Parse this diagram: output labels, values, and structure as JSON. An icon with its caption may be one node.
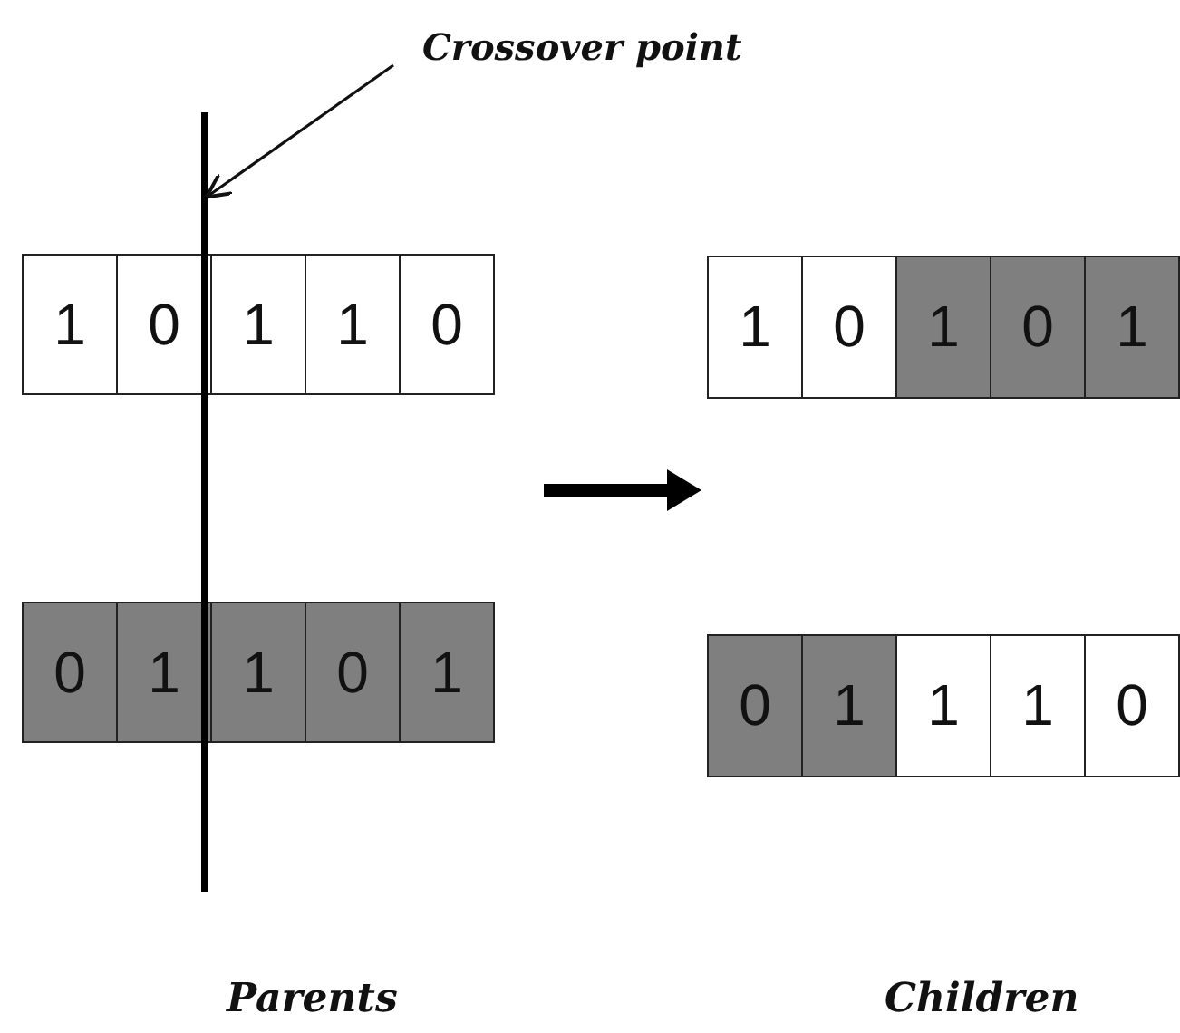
{
  "diagram": {
    "nodes": [
      {
        "text": [
          "1"
        ]
      },
      {
        "text": [
          "0"
        ]
      },
      {
        "text": [
          "1"
        ]
      },
      {
        "text": [
          "1"
        ]
      },
      {
        "text": [
          "0"
        ]
      },
      {
        "text": [
          "0"
        ]
      },
      {
        "text": [
          "1"
        ]
      },
      {
        "text": [
          "1"
        ]
      },
      {
        "text": [
          "0"
        ]
      },
      {
        "text": [
          "1"
        ]
      },
      {
        "text": [
          "1"
        ]
      },
      {
        "text": [
          "0"
        ]
      },
      {
        "text": [
          "1"
        ]
      },
      {
        "text": [
          "0"
        ]
      },
      {
        "text": [
          "1"
        ]
      },
      {
        "text": [
          "0"
        ]
      },
      {
        "text": [
          "1"
        ]
      },
      {
        "text": [
          "1"
        ]
      },
      {
        "text": [
          "1"
        ]
      },
      {
        "text": [
          "0"
        ]
      },
      {
        "text": [
          "Crossover point"
        ]
      },
      {
        "text": [],
        "shape": "line"
      }
    ],
    "edges": [
      {
        "from": 20,
        "to": 21,
        "arrow": "to"
      }
    ],
    "labels": [
      "Parents",
      "Children"
    ]
  }
}
